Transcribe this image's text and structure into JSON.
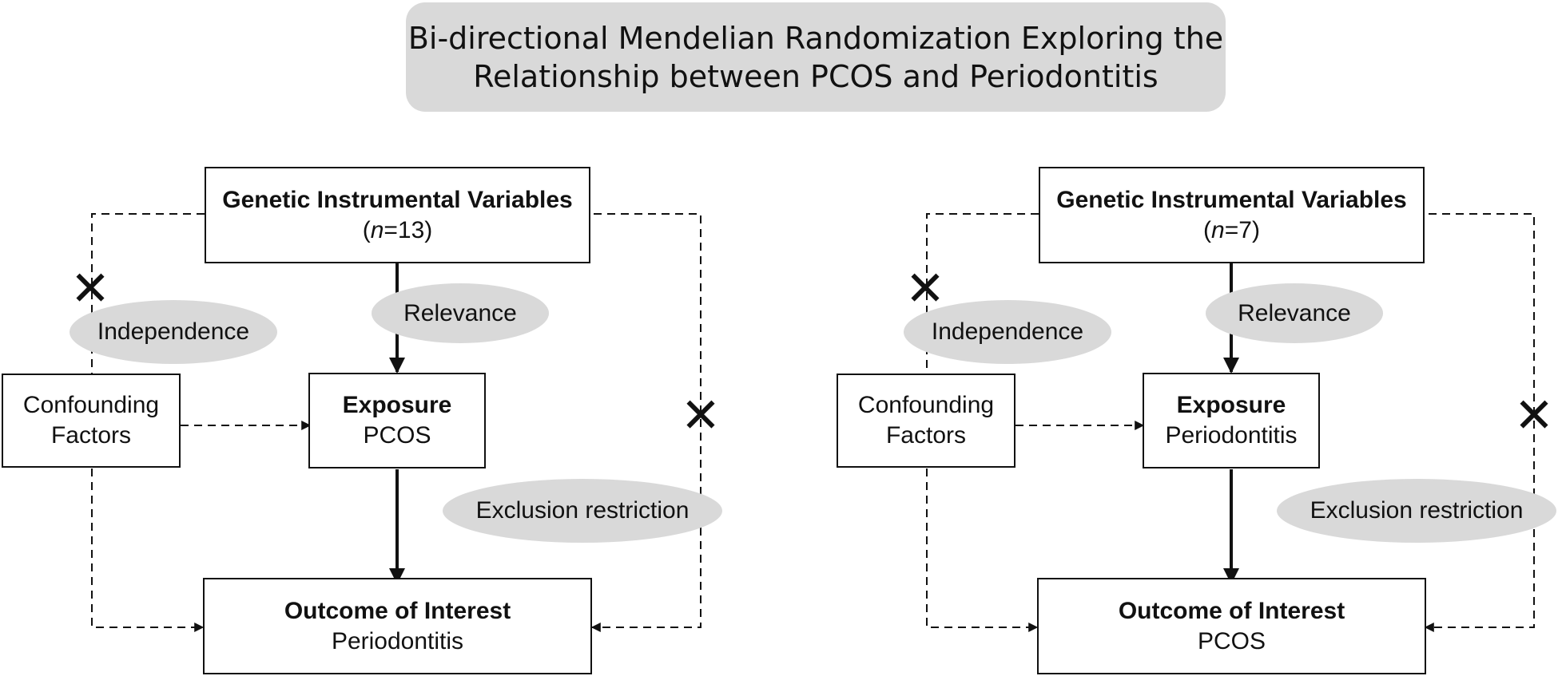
{
  "title": {
    "line1": "Bi-directional Mendelian Randomization Exploring the",
    "line2": "Relationship between PCOS and Periodontitis"
  },
  "panels": [
    {
      "instrument": {
        "label": "Genetic Instrumental Variables",
        "n_prefix": "(",
        "n_var": "n",
        "n_value": "=13)"
      },
      "exposure": {
        "label": "Exposure",
        "value": "PCOS"
      },
      "outcome": {
        "label": "Outcome of Interest",
        "value": "Periodontitis"
      },
      "confounders": {
        "line1": "Confounding",
        "line2": "Factors"
      },
      "relevance": "Relevance",
      "independence": "Independence",
      "exclusion": "Exclusion restriction"
    },
    {
      "instrument": {
        "label": "Genetic Instrumental Variables",
        "n_prefix": "(",
        "n_var": "n",
        "n_value": "=7)"
      },
      "exposure": {
        "label": "Exposure",
        "value": "Periodontitis"
      },
      "outcome": {
        "label": "Outcome of Interest",
        "value": "PCOS"
      },
      "confounders": {
        "line1": "Confounding",
        "line2": "Factors"
      },
      "relevance": "Relevance",
      "independence": "Independence",
      "exclusion": "Exclusion restriction"
    }
  ],
  "icons": {
    "violation": "cross-icon",
    "arrow": "arrowhead-icon"
  },
  "colors": {
    "oval_fill": "#d9d9d9",
    "title_fill": "#d9d9d9",
    "stroke": "#111111"
  }
}
